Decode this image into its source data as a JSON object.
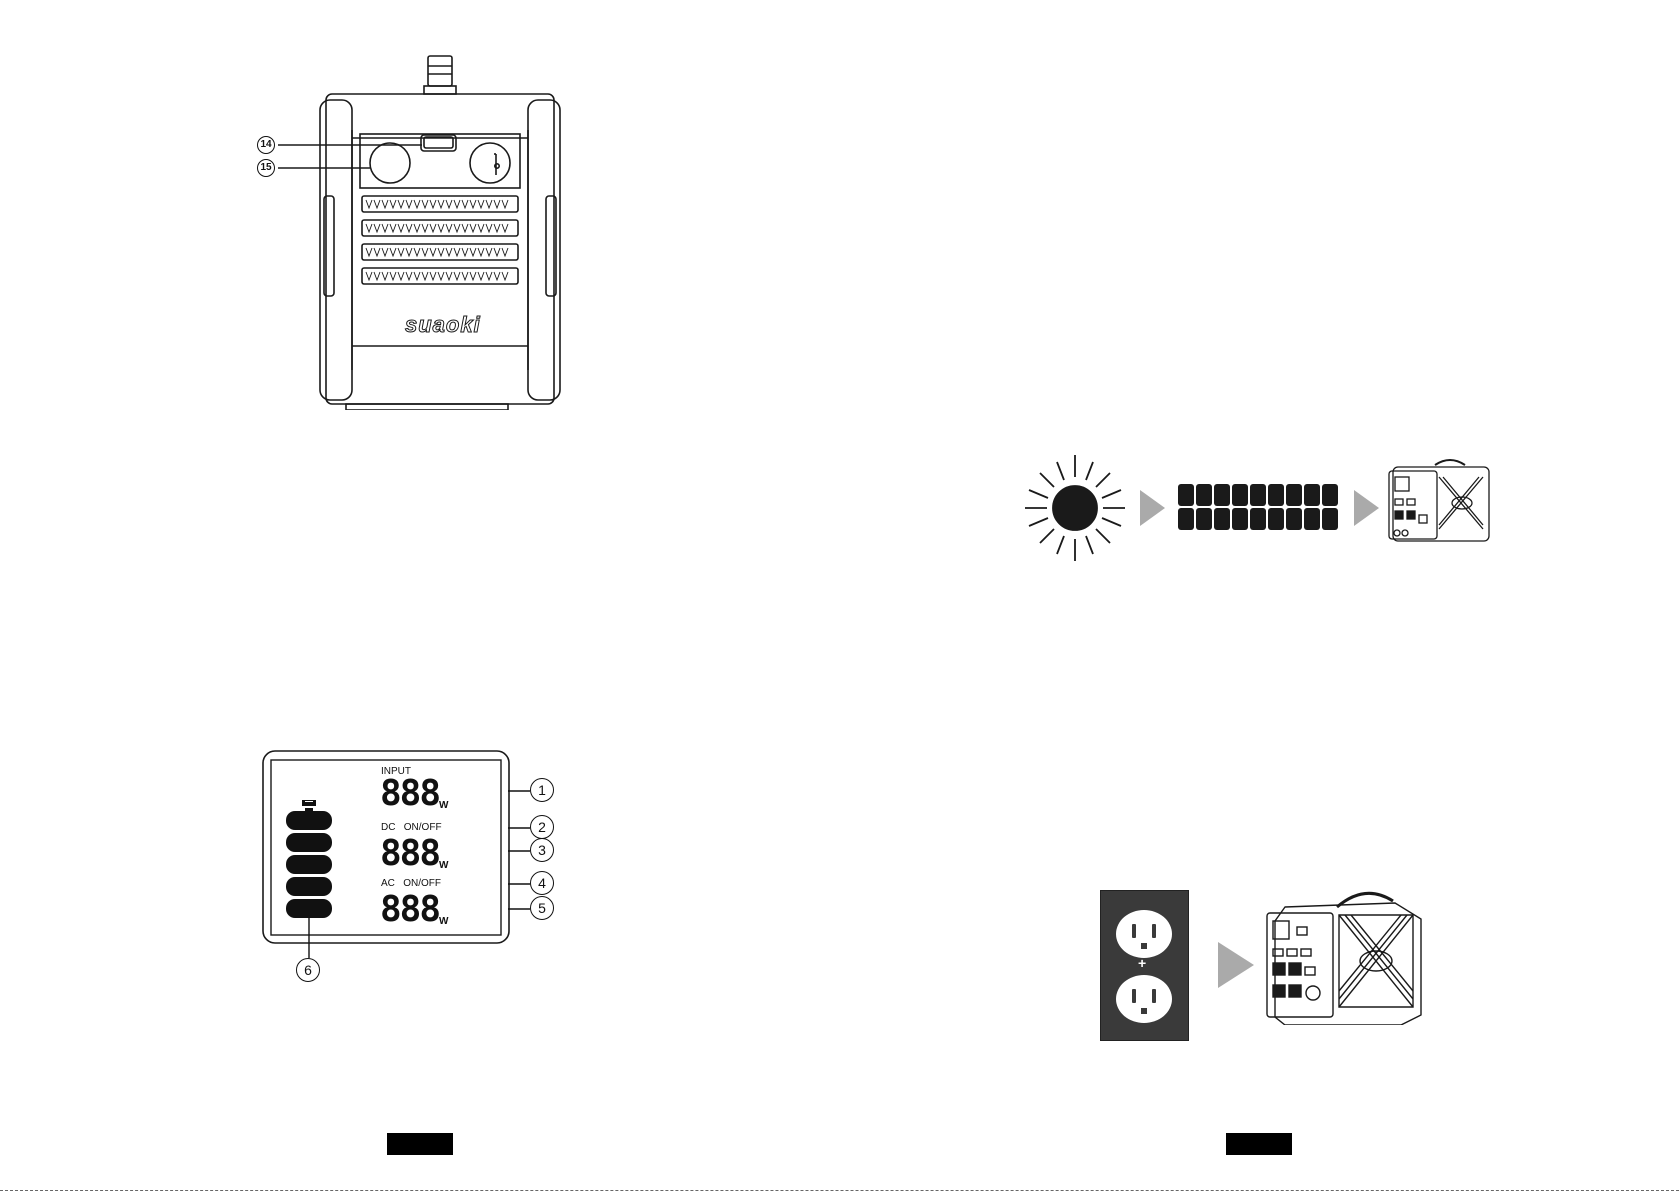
{
  "top_device": {
    "brand_logo": "suaoki",
    "callouts": [
      "14",
      "15"
    ]
  },
  "lcd_panel": {
    "input_label": "INPUT",
    "dc_label": "DC   ON/OFF",
    "ac_label": "AC   ON/OFF",
    "digits": "888",
    "unit": "W",
    "callouts": [
      "1",
      "2",
      "3",
      "4",
      "5",
      "6"
    ]
  },
  "solar_charging": {
    "icons": [
      "sun-icon",
      "solar-panel-icon",
      "power-station-icon"
    ]
  },
  "wall_charging": {
    "outlet_separator": "+",
    "icons": [
      "wall-outlet-icon",
      "power-station-icon"
    ]
  },
  "colors": {
    "ink": "#1a1a1a",
    "arrow_gray": "#aaaaaa",
    "outlet_plate": "#3a3a3a"
  }
}
